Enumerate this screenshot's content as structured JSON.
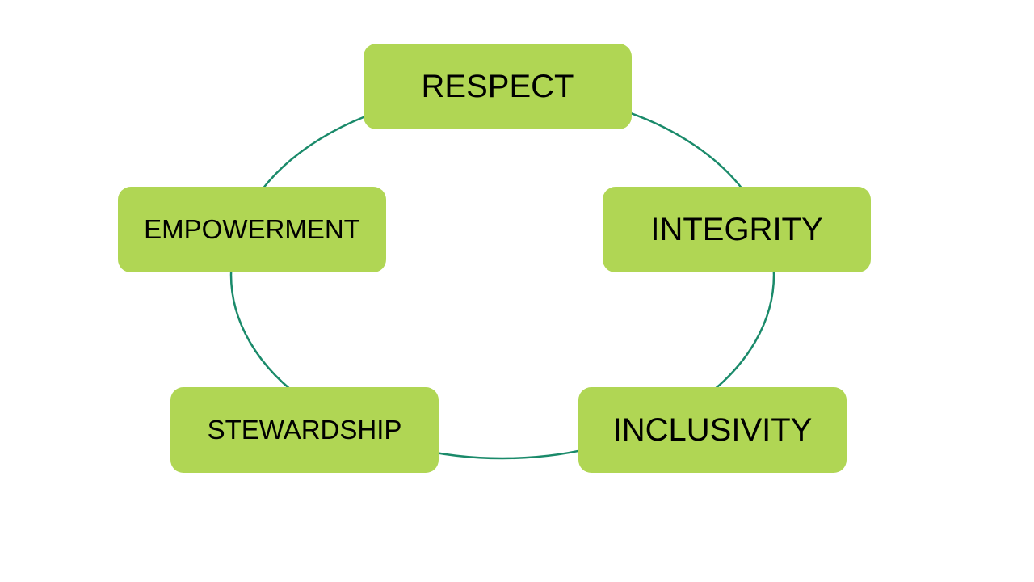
{
  "diagram": {
    "type": "cycle",
    "colors": {
      "node_fill": "#b0d654",
      "ring_stroke": "#1a8a6a",
      "text": "#000000"
    },
    "nodes": [
      {
        "id": "respect",
        "label": "RESPECT"
      },
      {
        "id": "integrity",
        "label": "INTEGRITY"
      },
      {
        "id": "inclusivity",
        "label": "INCLUSIVITY"
      },
      {
        "id": "stewardship",
        "label": "STEWARDSHIP"
      },
      {
        "id": "empowerment",
        "label": "EMPOWERMENT"
      }
    ]
  }
}
